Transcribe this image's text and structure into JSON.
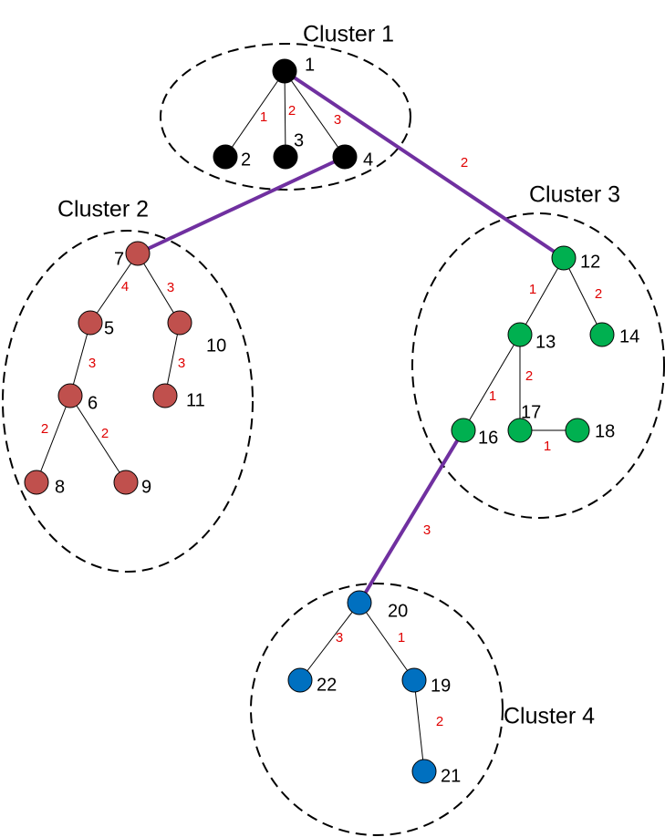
{
  "colors": {
    "cluster_1": "#000000",
    "cluster_2": "#C0504D",
    "cluster_3": "#00B050",
    "cluster_4": "#0070C0",
    "inter_edge": "#7030A0",
    "weight": "#E00000"
  },
  "clusters": [
    {
      "id": "c1",
      "title": "Cluster 1",
      "color_key": "cluster_1"
    },
    {
      "id": "c2",
      "title": "Cluster 2",
      "color_key": "cluster_2"
    },
    {
      "id": "c3",
      "title": "Cluster 3",
      "color_key": "cluster_3"
    },
    {
      "id": "c4",
      "title": "Cluster 4",
      "color_key": "cluster_4"
    }
  ],
  "nodes": [
    {
      "id": "1",
      "cluster": "c1"
    },
    {
      "id": "2",
      "cluster": "c1"
    },
    {
      "id": "3",
      "cluster": "c1"
    },
    {
      "id": "4",
      "cluster": "c1"
    },
    {
      "id": "7",
      "cluster": "c2"
    },
    {
      "id": "5",
      "cluster": "c2"
    },
    {
      "id": "10",
      "cluster": "c2"
    },
    {
      "id": "6",
      "cluster": "c2"
    },
    {
      "id": "11",
      "cluster": "c2"
    },
    {
      "id": "8",
      "cluster": "c2"
    },
    {
      "id": "9",
      "cluster": "c2"
    },
    {
      "id": "12",
      "cluster": "c3"
    },
    {
      "id": "13",
      "cluster": "c3"
    },
    {
      "id": "14",
      "cluster": "c3"
    },
    {
      "id": "16",
      "cluster": "c3"
    },
    {
      "id": "17",
      "cluster": "c3"
    },
    {
      "id": "18",
      "cluster": "c3"
    },
    {
      "id": "20",
      "cluster": "c4"
    },
    {
      "id": "22",
      "cluster": "c4"
    },
    {
      "id": "19",
      "cluster": "c4"
    },
    {
      "id": "21",
      "cluster": "c4"
    }
  ],
  "edges": [
    {
      "from": "1",
      "to": "2",
      "weight": "1",
      "inter": false
    },
    {
      "from": "1",
      "to": "3",
      "weight": "2",
      "inter": false
    },
    {
      "from": "1",
      "to": "4",
      "weight": "3",
      "inter": false
    },
    {
      "from": "7",
      "to": "5",
      "weight": "4",
      "inter": false
    },
    {
      "from": "7",
      "to": "10",
      "weight": "3",
      "inter": false
    },
    {
      "from": "5",
      "to": "6",
      "weight": "3",
      "inter": false
    },
    {
      "from": "10",
      "to": "11",
      "weight": "3",
      "inter": false
    },
    {
      "from": "6",
      "to": "8",
      "weight": "2",
      "inter": false
    },
    {
      "from": "6",
      "to": "9",
      "weight": "2",
      "inter": false
    },
    {
      "from": "12",
      "to": "13",
      "weight": "1",
      "inter": false
    },
    {
      "from": "12",
      "to": "14",
      "weight": "2",
      "inter": false
    },
    {
      "from": "13",
      "to": "16",
      "weight": "1",
      "inter": false
    },
    {
      "from": "13",
      "to": "17",
      "weight": "2",
      "inter": false
    },
    {
      "from": "17",
      "to": "18",
      "weight": "1",
      "inter": false
    },
    {
      "from": "20",
      "to": "22",
      "weight": "3",
      "inter": false
    },
    {
      "from": "20",
      "to": "19",
      "weight": "1",
      "inter": false
    },
    {
      "from": "19",
      "to": "21",
      "weight": "2",
      "inter": false
    },
    {
      "from": "1",
      "to": "12",
      "weight": "2",
      "inter": true
    },
    {
      "from": "4",
      "to": "7",
      "weight": "",
      "inter": true
    },
    {
      "from": "16",
      "to": "20",
      "weight": "3",
      "inter": true
    }
  ]
}
